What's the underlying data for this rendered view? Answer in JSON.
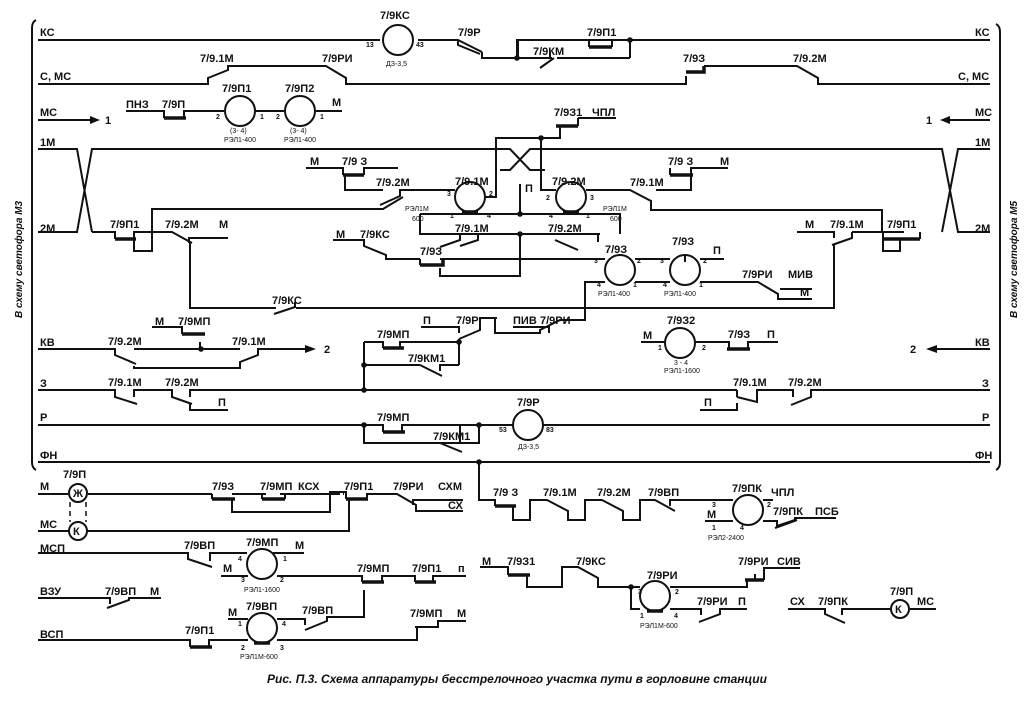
{
  "caption": "Рис. П.3. Схема аппаратуры бесстрелочного участка пути в горловине станции",
  "side_labels": {
    "left": "В схему светофора М3",
    "right": "В схему светофора М5"
  },
  "buses": [
    {
      "id": "ks",
      "left": "КС",
      "right": "КС"
    },
    {
      "id": "s_ms",
      "left": "С, МС",
      "right": "С, МС"
    },
    {
      "id": "ms",
      "left": "МС",
      "right": "МС",
      "left_arrow": "1",
      "right_arrow": "1"
    },
    {
      "id": "1m",
      "left": "1М",
      "right": "1М"
    },
    {
      "id": "2m",
      "left": "2М",
      "right": "2М"
    },
    {
      "id": "kv",
      "left": "КВ",
      "right": "КВ",
      "left_arrow": "2",
      "right_arrow": "2"
    },
    {
      "id": "z",
      "left": "З",
      "right": "З"
    },
    {
      "id": "r",
      "left": "Р",
      "right": "Р"
    },
    {
      "id": "fn",
      "left": "ФН",
      "right": "ФН"
    }
  ],
  "relays": [
    {
      "id": "r_ks",
      "name": "7/9КС",
      "type": "ДЗ-3,5",
      "pins": [
        "13",
        "43"
      ]
    },
    {
      "id": "r_p1",
      "name": "7/9П1",
      "type": "РЭЛ1-400",
      "sub": "(3- 4)",
      "pins": [
        "2",
        "1"
      ]
    },
    {
      "id": "r_p2",
      "name": "7/9П2",
      "type": "РЭЛ1-400",
      "sub": "(3- 4)",
      "pins": [
        "2",
        "1"
      ]
    },
    {
      "id": "r_91m",
      "name": "7/9.1М",
      "type": "РЭЛ1М",
      "type2": "600",
      "pins": [
        "3",
        "2",
        "1",
        "4"
      ]
    },
    {
      "id": "r_92m",
      "name": "7/9.2М",
      "type": "РЭЛ1М",
      "type2": "600",
      "pins": [
        "2",
        "3",
        "4",
        "1"
      ]
    },
    {
      "id": "r_93a",
      "name": "7/9З",
      "type": "РЭЛ1-400",
      "pins": [
        "3",
        "2",
        "4",
        "1"
      ]
    },
    {
      "id": "r_93b",
      "name": "7/9З",
      "type": "РЭЛ1-400",
      "pins": [
        "3",
        "2",
        "4",
        "1"
      ]
    },
    {
      "id": "r_932",
      "name": "7/9З2",
      "type": "РЭЛ1-1600",
      "sub": "3 - 4",
      "pins": [
        "1",
        "2"
      ]
    },
    {
      "id": "r_r",
      "name": "7/9Р",
      "type": "ДЗ-3,5",
      "pins": [
        "53",
        "83"
      ]
    },
    {
      "id": "r_mp",
      "name": "7/9МП",
      "type": "РЭЛ1-1600",
      "pins": [
        "4",
        "1",
        "3",
        "2"
      ]
    },
    {
      "id": "r_vp",
      "name": "7/9ВП",
      "type": "РЭЛ1М-600",
      "pins": [
        "1",
        "4",
        "2",
        "3"
      ]
    },
    {
      "id": "r_pk",
      "name": "7/9ПК",
      "type": "РЭЛ2-2400",
      "pins": [
        "3",
        "2",
        "1",
        "4"
      ]
    },
    {
      "id": "r_ri",
      "name": "7/9РИ",
      "type": "РЭЛ1М-600",
      "pins": [
        "3",
        "2",
        "1",
        "4"
      ]
    },
    {
      "id": "lamp_zh",
      "name": "7/9П",
      "symbol": "Ж"
    },
    {
      "id": "lamp_k",
      "name": "",
      "symbol": "К"
    },
    {
      "id": "lamp_k2",
      "name": "7/9П",
      "symbol": "К"
    }
  ],
  "contacts": {
    "ks_r": "7/9Р",
    "ks_p1": "7/9П1",
    "ks_km": "7/9КМ",
    "sms_91m": "7/9.1М",
    "sms_ri": "7/9РИ",
    "sms_93": "7/9З",
    "sms_92m": "7/9.2М",
    "ms_pnz": "ПНЗ",
    "ms_p": "7/9П",
    "ms_m": "М",
    "z31": "7/9З1",
    "chpl": "ЧПЛ",
    "m_a": "М",
    "c_93a": "7/9 З",
    "c_93b": "7/9 З",
    "m_b": "М",
    "c_92m_a": "7/9.2М",
    "c_91m_a": "7/9.1М",
    "p_mid": "П",
    "c_91m_b": "7/9.1М",
    "c_92m_b": "7/9.2М",
    "m_ks": "М",
    "c_ks": "7/9КС",
    "c_93c": "7/9З",
    "c_p1_l": "7/9П1",
    "c_92m_l": "7/9.2М",
    "m_l": "М",
    "m_r": "М",
    "c_91m_r": "7/9.1М",
    "c_p1_r": "7/9П1",
    "p_93": "П",
    "c_ri_miv": "7/9РИ",
    "miv": "МИВ",
    "m_miv": "М",
    "c_ks2": "7/9КС",
    "m_mp": "М",
    "c_mp_kv": "7/9МП",
    "c_92m_kv": "7/9.2М",
    "c_91m_kv": "7/9.1М",
    "p_r": "П",
    "c_r": "7/9Р",
    "piv": "ПИВ",
    "c_ri_piv": "7/9РИ",
    "c_mp_mid": "7/9МП",
    "c_km1_mid": "7/9КМ1",
    "m_932": "М",
    "c_93_932": "7/9З",
    "p_932": "П",
    "c_91m_z": "7/9.1М",
    "c_92m_z": "7/9.2М",
    "p_z": "П",
    "c_91m_zr": "7/9.1М",
    "c_92m_zr": "7/9.2М",
    "p_zr": "П",
    "c_mp_r": "7/9МП",
    "c_km1_r": "7/9КМ1",
    "c_93_ms": "7/9З",
    "c_mp_ms": "7/9МП",
    "ksx": "КСХ",
    "c_p1_ms": "7/9П1",
    "c_ri_ms": "7/9РИ",
    "sxm": "СХМ",
    "sx": "СХ",
    "msp": "МСП",
    "c_vp_msp": "7/9ВП",
    "m_mp_l": "М",
    "m_mp_r": "М",
    "c_mp_b": "7/9МП",
    "c_p1_b": "7/9П1",
    "p_low": "п",
    "vzu": "ВЗУ",
    "c_vp_vzu": "7/9ВП",
    "m_vzu": "М",
    "vsp": "ВСП",
    "c_p1_vsp": "7/9П1",
    "m_vp": "М",
    "c_vp_b": "7/9ВП",
    "c_mp_vsp": "7/9МП",
    "m_vsp": "М",
    "c_93_fn": "7/9 З",
    "c_91m_fn": "7/9.1М",
    "c_92m_fn": "7/9.2М",
    "c_vp_fn": "7/9ВП",
    "chpl_pk": "ЧПЛ",
    "m_pk": "М",
    "c_pk_psb": "7/9ПК",
    "psb": "ПСБ",
    "m_931": "М",
    "c_931": "7/9З1",
    "c_ks_ri": "7/9КС",
    "c_ri_siv": "7/9РИ",
    "siv": "СИВ",
    "c_ri_p": "7/9РИ",
    "p_ri": "П",
    "sx2": "СХ",
    "c_pk_sx": "7/9ПК",
    "ms_lamp": "МС"
  }
}
